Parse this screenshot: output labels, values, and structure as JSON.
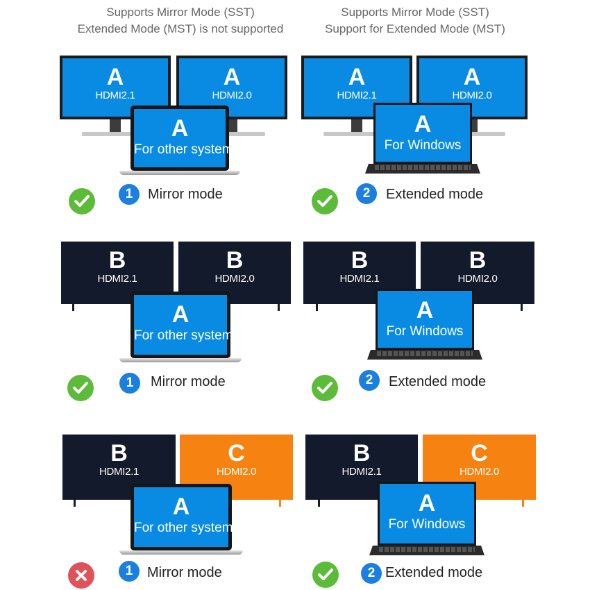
{
  "headers": {
    "left": {
      "line1": "Supports Mirror Mode (SST)",
      "line2": "Extended Mode (MST) is not supported"
    },
    "right": {
      "line1": "Supports Mirror Mode (SST)",
      "line2": "Support for Extended Mode (MST)"
    }
  },
  "rows": [
    {
      "left": {
        "d1": {
          "letter": "A",
          "port": "HDMI2.1"
        },
        "d2": {
          "letter": "A",
          "port": "HDMI2.0"
        },
        "laptop": {
          "letter": "A",
          "os": "For other systems"
        },
        "status": "check-icon",
        "badge": "1",
        "mode": "Mirror mode"
      },
      "right": {
        "d1": {
          "letter": "A",
          "port": "HDMI2.1"
        },
        "d2": {
          "letter": "A",
          "port": "HDMI2.0"
        },
        "laptop": {
          "letter": "A",
          "os": "For Windows"
        },
        "status": "check-icon",
        "badge": "2",
        "mode": "Extended mode"
      }
    },
    {
      "left": {
        "d1": {
          "letter": "B",
          "port": "HDMI2.1"
        },
        "d2": {
          "letter": "B",
          "port": "HDMI2.0"
        },
        "laptop": {
          "letter": "A",
          "os": "For other systems"
        },
        "status": "check-icon",
        "badge": "1",
        "mode": "Mirror mode"
      },
      "right": {
        "d1": {
          "letter": "B",
          "port": "HDMI2.1"
        },
        "d2": {
          "letter": "B",
          "port": "HDMI2.0"
        },
        "laptop": {
          "letter": "A",
          "os": "For Windows"
        },
        "status": "check-icon",
        "badge": "2",
        "mode": "Extended mode"
      }
    },
    {
      "left": {
        "d1": {
          "letter": "B",
          "port": "HDMI2.1"
        },
        "d2": {
          "letter": "C",
          "port": "HDMI2.0"
        },
        "laptop": {
          "letter": "A",
          "os": "For other systems"
        },
        "status": "cross-icon",
        "badge": "1",
        "mode": "Mirror mode"
      },
      "right": {
        "d1": {
          "letter": "B",
          "port": "HDMI2.1"
        },
        "d2": {
          "letter": "C",
          "port": "HDMI2.0"
        },
        "laptop": {
          "letter": "A",
          "os": "For Windows"
        },
        "status": "check-icon",
        "badge": "2",
        "mode": "Extended mode"
      }
    }
  ],
  "colors": {
    "screen_blue": "#0a8be3",
    "tv_navy": "#131a2b",
    "tv_orange": "#f68212",
    "ok_green": "#5dbb3a",
    "fail_red": "#e0525a",
    "badge_blue": "#1b7fe0"
  }
}
